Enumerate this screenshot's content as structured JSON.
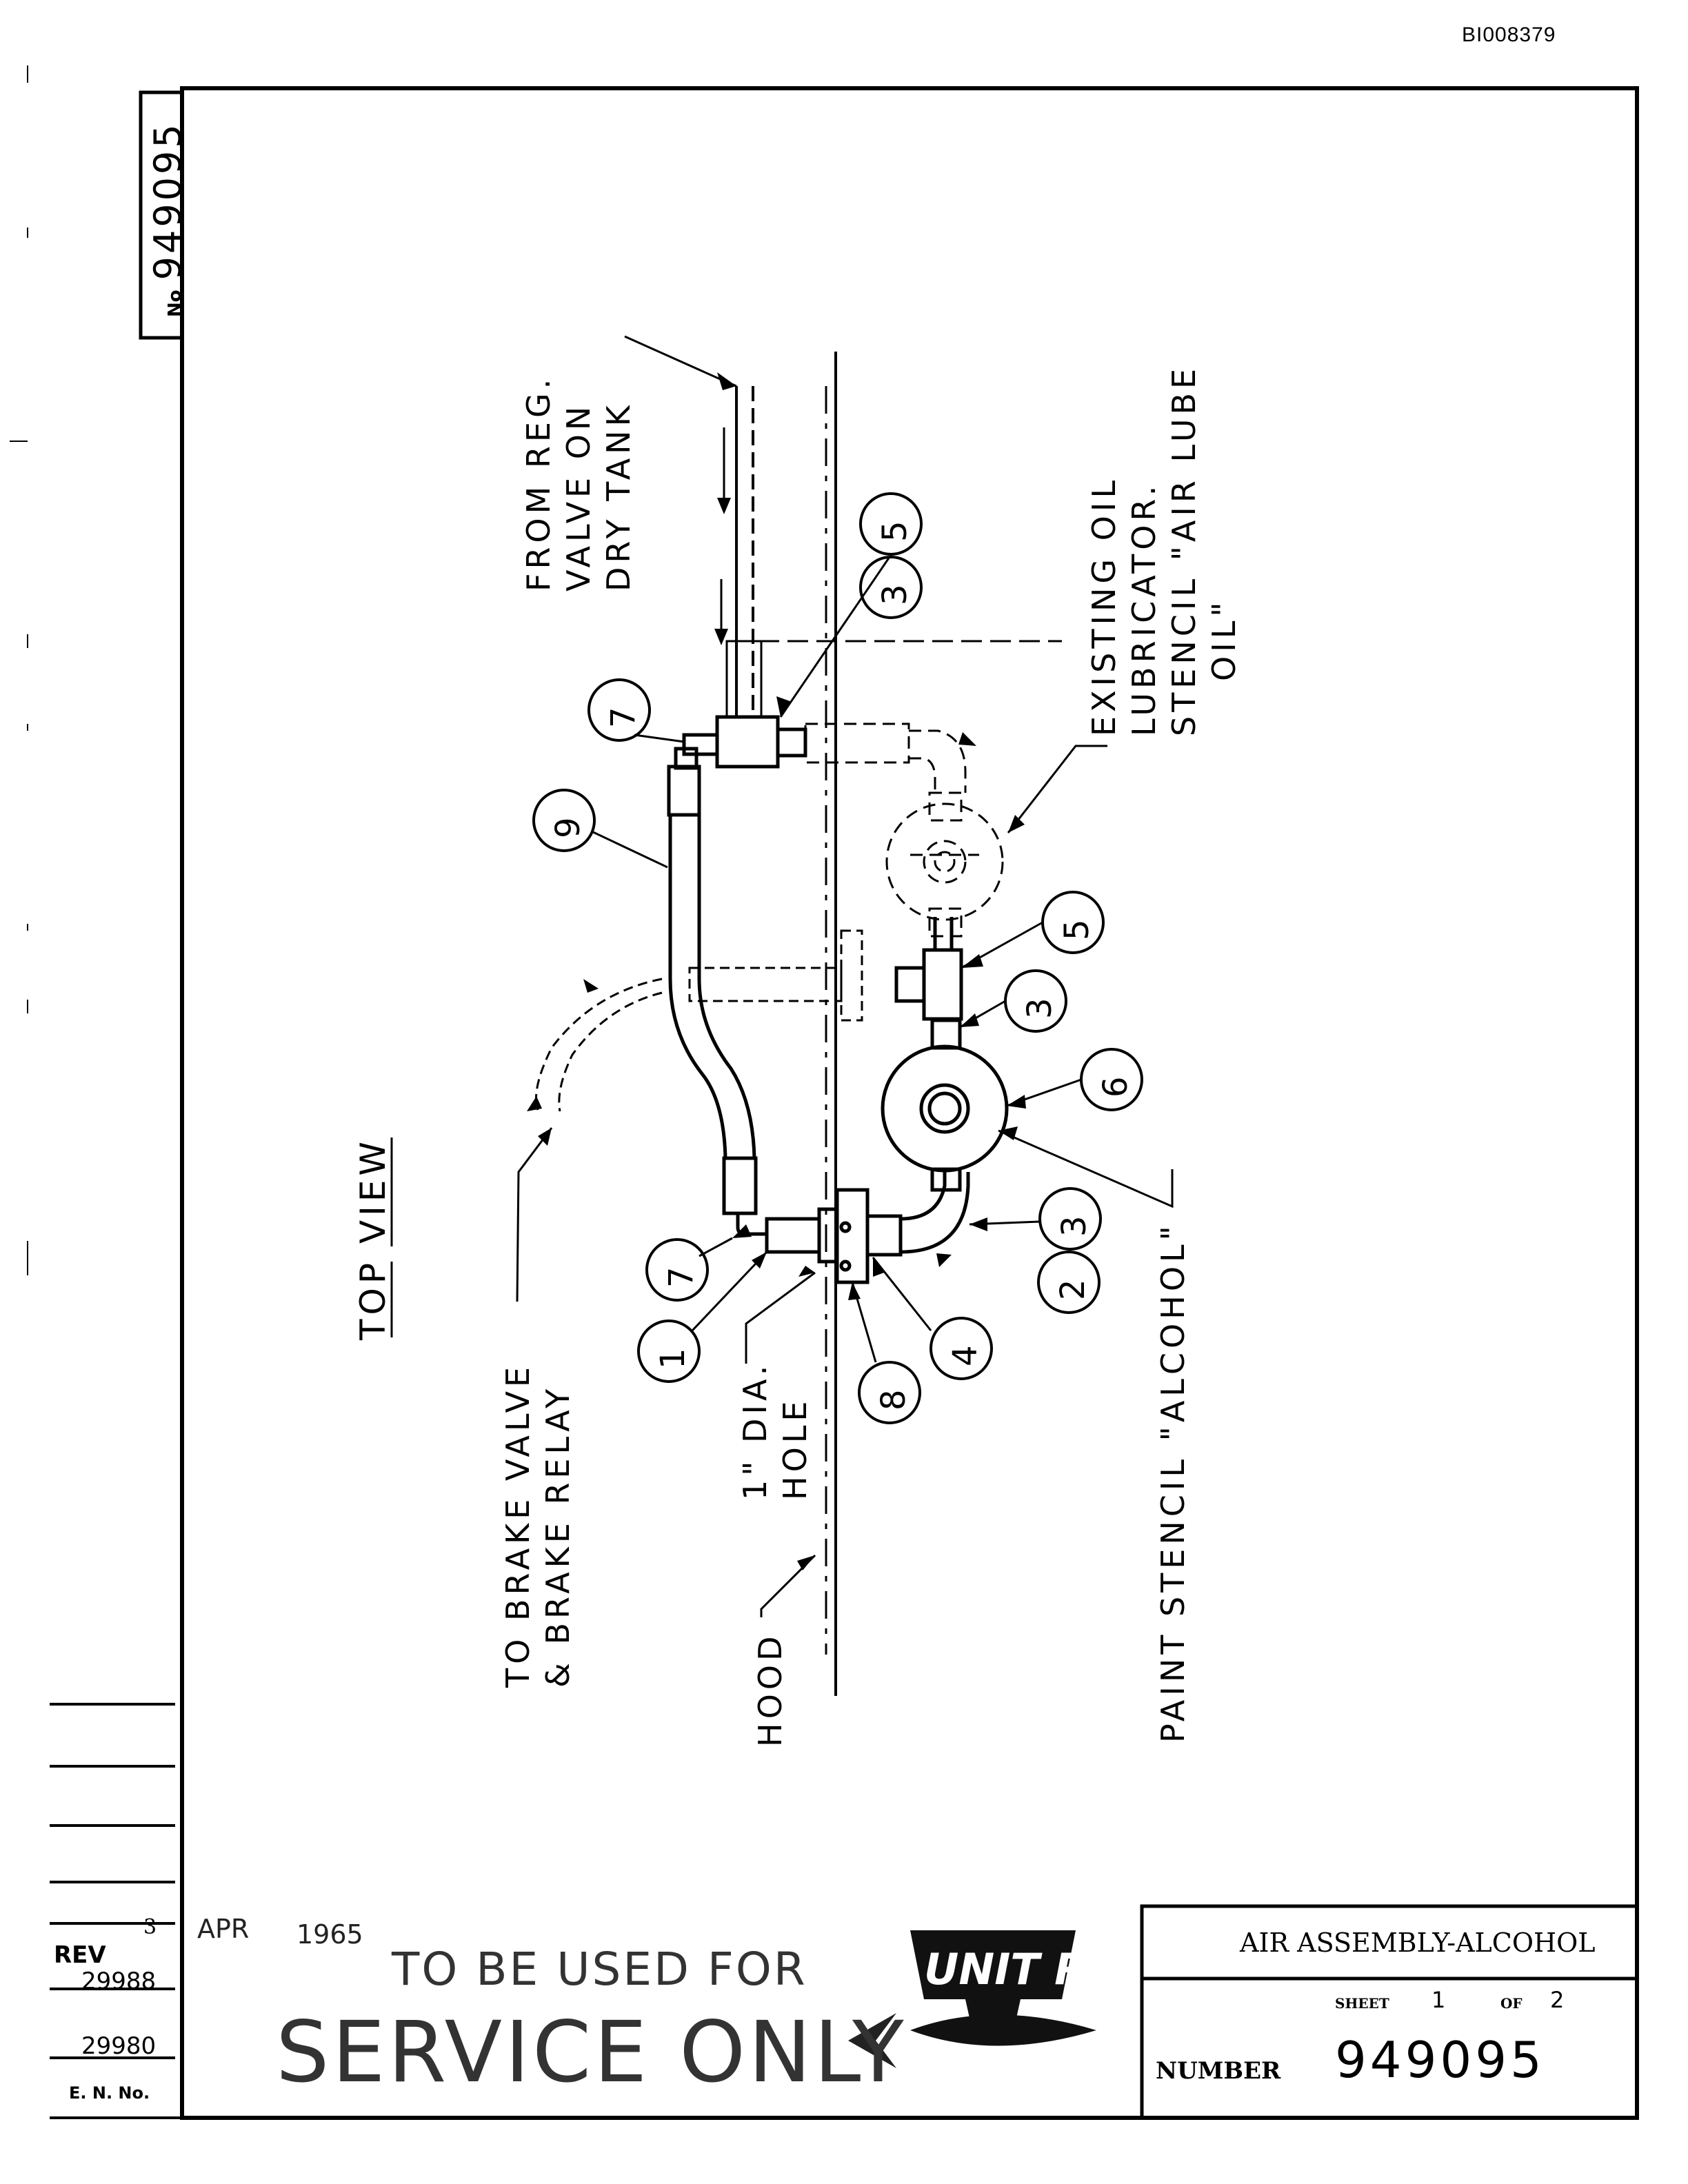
{
  "document_id": "BI008379",
  "side_number": {
    "prefix": "No",
    "value": "949095"
  },
  "view_title": "TOP VIEW",
  "callouts": {
    "from_reg": [
      "FROM REG.",
      "VALVE ON",
      "DRY TANK"
    ],
    "existing": [
      "EXISTING OIL",
      "LUBRICATOR.",
      "STENCIL \"AIR LUBE",
      "OIL\""
    ],
    "to_brake": [
      "TO BRAKE VALVE",
      "& BRAKE RELAY"
    ],
    "dia_hole": [
      "1\" DIA.",
      "HOLE"
    ],
    "hood": "HOOD",
    "paint": "PAINT STENCIL \"ALCOHOL\""
  },
  "balloons": {
    "b1": "1",
    "b2": "2",
    "b3a": "3",
    "b3b": "3",
    "b3c": "3",
    "b4": "4",
    "b5a": "5",
    "b5b": "5",
    "b6": "6",
    "b7a": "7",
    "b7b": "7",
    "b8": "8",
    "b9": "9"
  },
  "revision_block": {
    "rev_label": "REV",
    "rev_no": "3",
    "rows": [
      "29988",
      "29980"
    ],
    "en_label": "E. N. No."
  },
  "date_stamp": {
    "month": "APR",
    "year": "1965"
  },
  "service_stamp": {
    "line1": "TO BE USED FOR",
    "line2": "SERVICE ONLY"
  },
  "logo": {
    "text": "UNIT RIG"
  },
  "title_block": {
    "title": "AIR ASSEMBLY-ALCOHOL",
    "sheet_label": "SHEET",
    "sheet_no": "1",
    "of_label": "OF",
    "sheet_total": "2",
    "number_label": "NUMBER",
    "number": "949095"
  }
}
